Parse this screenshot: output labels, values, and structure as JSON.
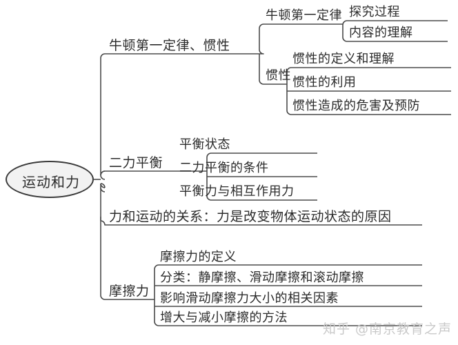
{
  "diagram": {
    "type": "mind-map",
    "title": "运动和力",
    "root": {
      "label": "运动和力"
    },
    "branches": [
      {
        "label": "牛顿第一定律、惯性",
        "children": [
          {
            "label": "牛顿第一定律",
            "children": [
              {
                "label": "探究过程"
              },
              {
                "label": "内容的理解"
              }
            ]
          },
          {
            "label": "惯性",
            "children": [
              {
                "label": "惯性的定义和理解"
              },
              {
                "label": "惯性的利用"
              },
              {
                "label": "惯性造成的危害及预防"
              }
            ]
          }
        ]
      },
      {
        "label": "二力平衡",
        "children": [
          {
            "label": "平衡状态"
          },
          {
            "label": "二力平衡的条件"
          },
          {
            "label": "平衡力与相互作用力"
          }
        ]
      },
      {
        "label": "力和运动的关系：力是改变物体运动状态的原因",
        "children": []
      },
      {
        "label": "摩擦力",
        "children": [
          {
            "label": "摩擦力的定义"
          },
          {
            "label": "分类：静摩擦、滑动摩擦和滚动摩擦"
          },
          {
            "label": "影响滑动摩擦力大小的相关因素"
          },
          {
            "label": "增大与减小摩擦的方法"
          }
        ]
      }
    ],
    "watermark": "知乎 @南京教育之声",
    "colors": {
      "background": "#ffffff",
      "line": "#4a4a4a",
      "text": "#2b2b2b",
      "root_fill": "#f2f2f2",
      "root_stroke": "#3a3a3a",
      "watermark": "#c9c9c9"
    }
  }
}
